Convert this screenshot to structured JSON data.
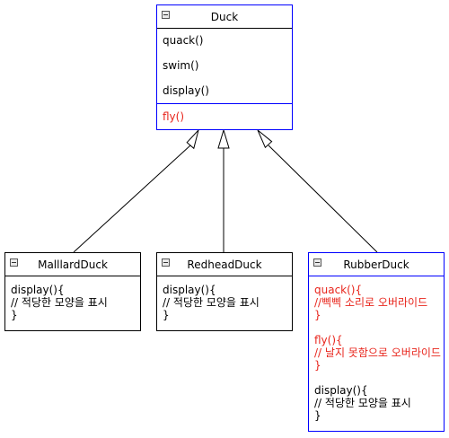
{
  "colors": {
    "line": "#000000",
    "highlight_border": "#0000ff",
    "override_text": "#e8251c"
  },
  "duck": {
    "name": "Duck",
    "methods": [
      "quack()",
      "swim()",
      "display()"
    ],
    "added_method": "fly()"
  },
  "mallard": {
    "name": "MalllardDuck",
    "display": [
      "display(){",
      "// 적당한 모양을 표시",
      "}"
    ]
  },
  "redhead": {
    "name": "RedheadDuck",
    "display": [
      "display(){",
      "// 적당한 모양을 표시",
      "}"
    ]
  },
  "rubber": {
    "name": "RubberDuck",
    "quack": [
      "quack(){",
      "//삑삑 소리로 오버라이드",
      "}"
    ],
    "fly": [
      "fly(){",
      "// 날지 못함으로 오버라이드",
      "}"
    ],
    "display": [
      "display(){",
      "// 적당한 모양을 표시",
      "}"
    ]
  }
}
